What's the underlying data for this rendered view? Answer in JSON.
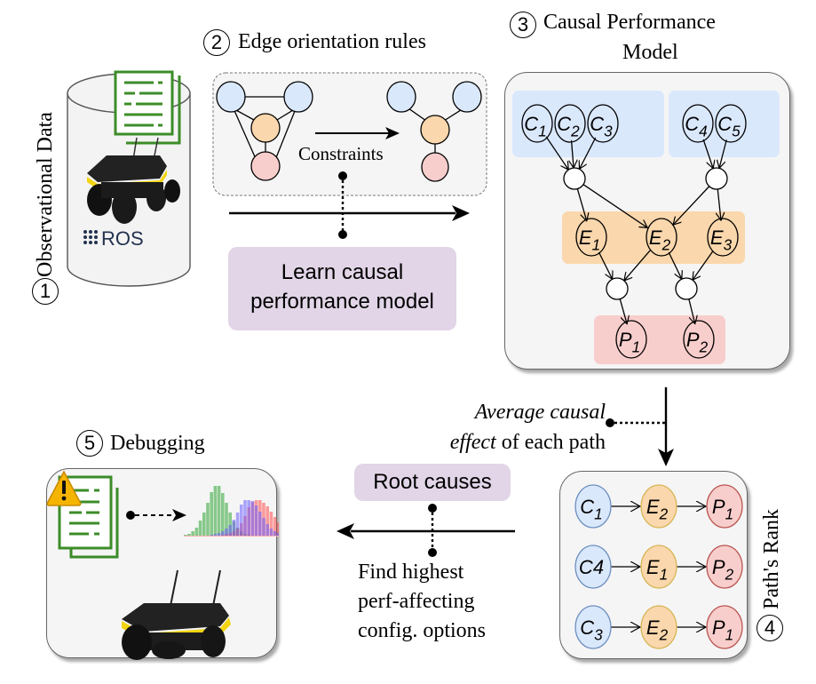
{
  "steps": {
    "s1": {
      "number": "1",
      "title": "Observational Data",
      "logo_text": "ROS"
    },
    "s2": {
      "number": "2",
      "title": "Edge orientation rules",
      "constraints_label": "Constraints"
    },
    "s3": {
      "number": "3",
      "title_line1": "Causal Performance",
      "title_line2": "Model"
    },
    "s4": {
      "number": "4",
      "title": "Path's Rank"
    },
    "s5": {
      "number": "5",
      "title": "Debugging"
    }
  },
  "learn_box": {
    "line1": "Learn causal",
    "line2": "performance model"
  },
  "ace_label": {
    "line1_italic": "Average causal",
    "line2_italic": "effect",
    "line2_rest": " of each path"
  },
  "root_causes_box": {
    "label": "Root causes"
  },
  "find_label": {
    "line1": "Find highest",
    "line2": "perf-affecting",
    "line3": "config. options"
  },
  "causal_model": {
    "config_nodes_group1": [
      {
        "base": "C",
        "sub": "1"
      },
      {
        "base": "C",
        "sub": "2"
      },
      {
        "base": "C",
        "sub": "3"
      }
    ],
    "config_nodes_group2": [
      {
        "base": "C",
        "sub": "4"
      },
      {
        "base": "C",
        "sub": "5"
      }
    ],
    "event_nodes": [
      {
        "base": "E",
        "sub": "1"
      },
      {
        "base": "E",
        "sub": "2"
      },
      {
        "base": "E",
        "sub": "3"
      }
    ],
    "perf_nodes": [
      {
        "base": "P",
        "sub": "1"
      },
      {
        "base": "P",
        "sub": "2"
      }
    ]
  },
  "path_rank": [
    [
      {
        "base": "C",
        "sub": "1"
      },
      {
        "base": "E",
        "sub": "2"
      },
      {
        "base": "P",
        "sub": "1"
      }
    ],
    [
      {
        "base": "C",
        "sub": "4",
        "inline": true
      },
      {
        "base": "E",
        "sub": "1"
      },
      {
        "base": "P",
        "sub": "2"
      }
    ],
    [
      {
        "base": "C",
        "sub": "3"
      },
      {
        "base": "E",
        "sub": "2"
      },
      {
        "base": "P",
        "sub": "1"
      }
    ]
  ],
  "colors": {
    "config_fill": "#dae8fc",
    "config_stroke": "#6c8ebf",
    "event_fill": "#fad7ac",
    "event_stroke": "#d6b656",
    "perf_fill": "#f8cecc",
    "perf_stroke": "#b85450",
    "purple_box": "#e1d5e7",
    "panel_bg": "#f5f5f5",
    "doc_green": "#3c8c28",
    "robot_yellow": "#f2d411"
  }
}
